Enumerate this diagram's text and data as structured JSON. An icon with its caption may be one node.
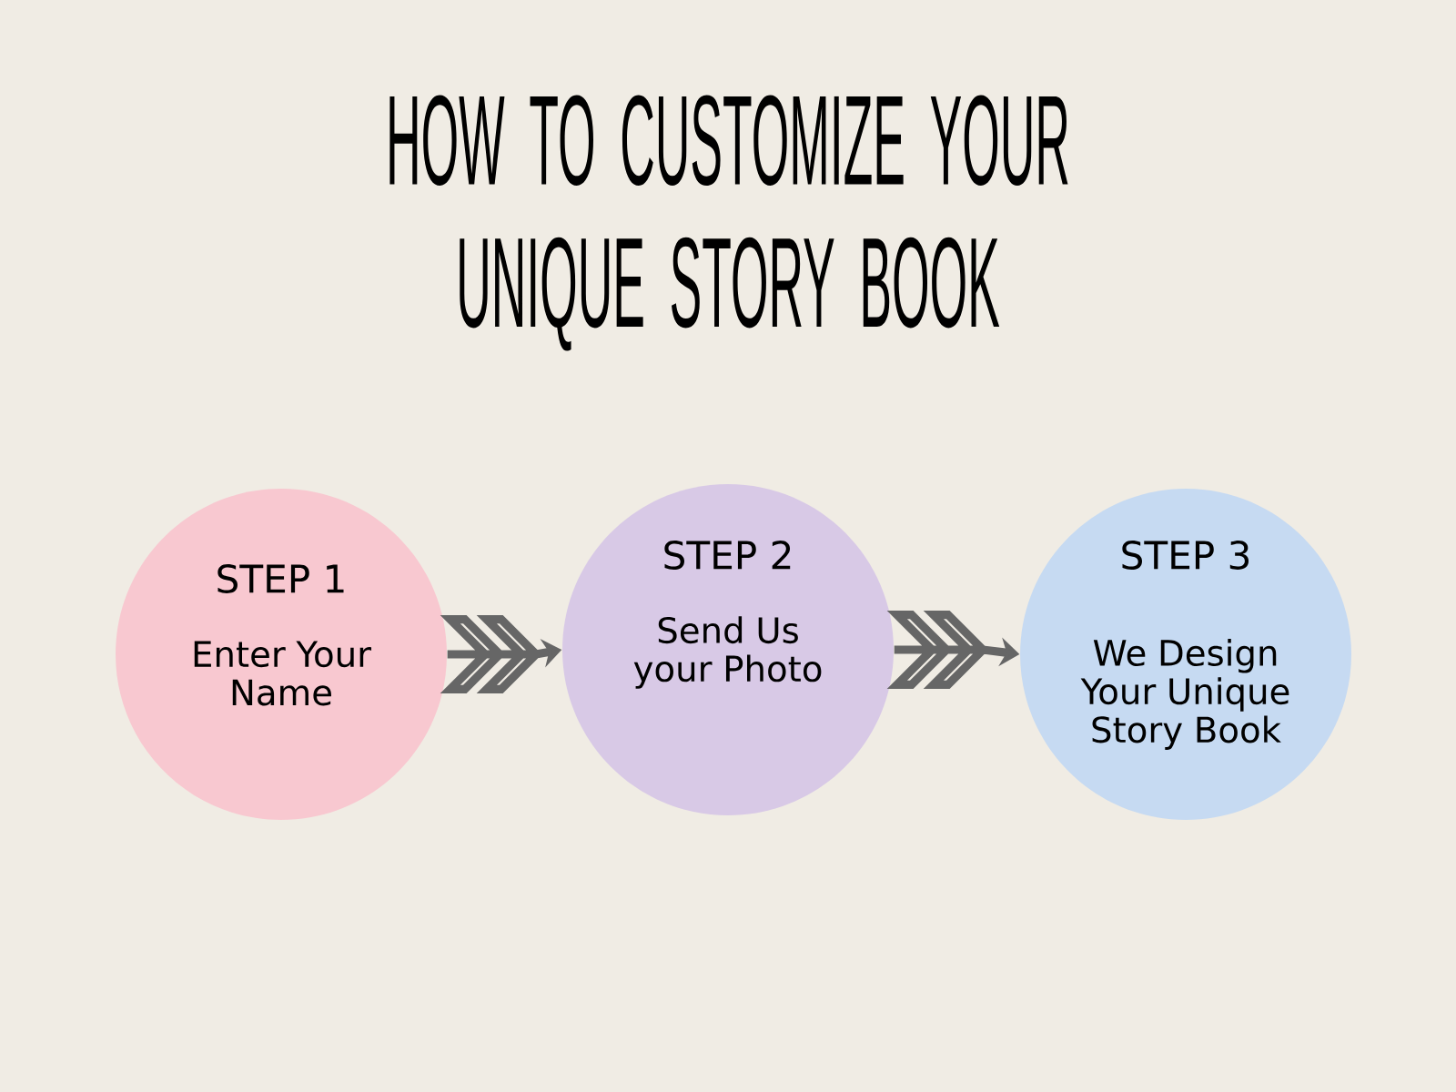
{
  "diagram": {
    "title": "HOW TO CUSTOMIZE YOUR UNIQUE STORY BOOK",
    "nodes": [
      {
        "text": [
          "STEP 1",
          "Enter Your Name"
        ]
      },
      {
        "text": [
          "STEP 2",
          "Send Us your Photo"
        ]
      },
      {
        "text": [
          "STEP 3",
          "We Design Your Unique Story Book"
        ]
      }
    ],
    "edges": [
      {
        "from": 0,
        "to": 1,
        "arrow": "to"
      },
      {
        "from": 1,
        "to": 2,
        "arrow": "to"
      }
    ]
  }
}
